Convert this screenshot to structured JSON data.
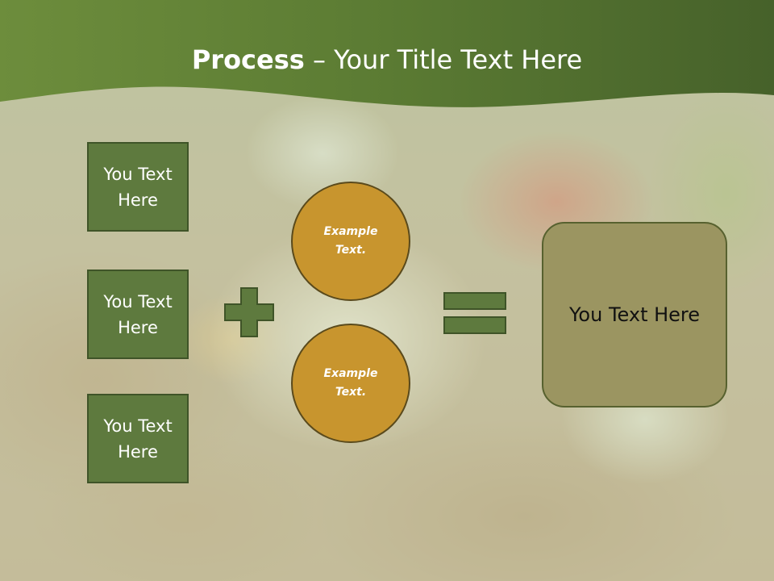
{
  "slide": {
    "title": {
      "bold": "Process",
      "rest": " – Your Title Text Here"
    },
    "left_boxes": [
      {
        "label": "You Text Here"
      },
      {
        "label": "You Text Here"
      },
      {
        "label": "You Text Here"
      }
    ],
    "circles": [
      {
        "label": "Example Text."
      },
      {
        "label": "Example Text."
      }
    ],
    "result_box": {
      "label": "You Text Here"
    },
    "operators": {
      "plus": "plus-sign",
      "equals": "equals-sign"
    },
    "colors": {
      "header_green": "#5f7f37",
      "box_green": "#5e7a3e",
      "circle_gold": "#c8952e",
      "result_olive": "#9b9561"
    }
  }
}
